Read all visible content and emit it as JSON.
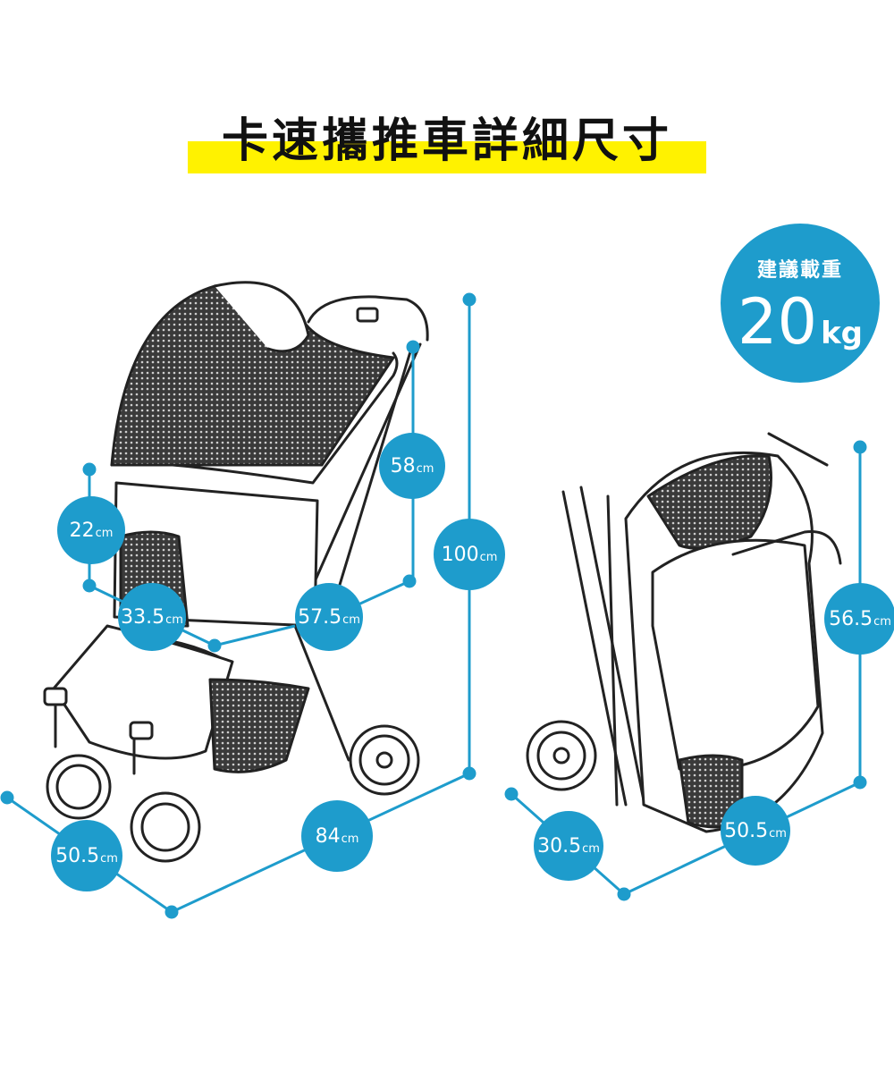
{
  "title": "卡速攜推車詳細尺寸",
  "load": {
    "label": "建議載重",
    "value": "20",
    "unit": "kg"
  },
  "dimensions": {
    "canopy_height": {
      "value": "22",
      "unit": "cm"
    },
    "seat_width": {
      "value": "33.5",
      "unit": "cm"
    },
    "seat_depth": {
      "value": "57.5",
      "unit": "cm"
    },
    "handle_height": {
      "value": "58",
      "unit": "cm"
    },
    "total_height": {
      "value": "100",
      "unit": "cm"
    },
    "total_length": {
      "value": "84",
      "unit": "cm"
    },
    "total_width": {
      "value": "50.5",
      "unit": "cm"
    },
    "folded_height": {
      "value": "56.5",
      "unit": "cm"
    },
    "folded_depth": {
      "value": "30.5",
      "unit": "cm"
    },
    "folded_width": {
      "value": "50.5",
      "unit": "cm"
    }
  },
  "colors": {
    "accent_blue": "#1e9ccc",
    "highlight_yellow": "#fff200",
    "line_dark": "#222222"
  }
}
